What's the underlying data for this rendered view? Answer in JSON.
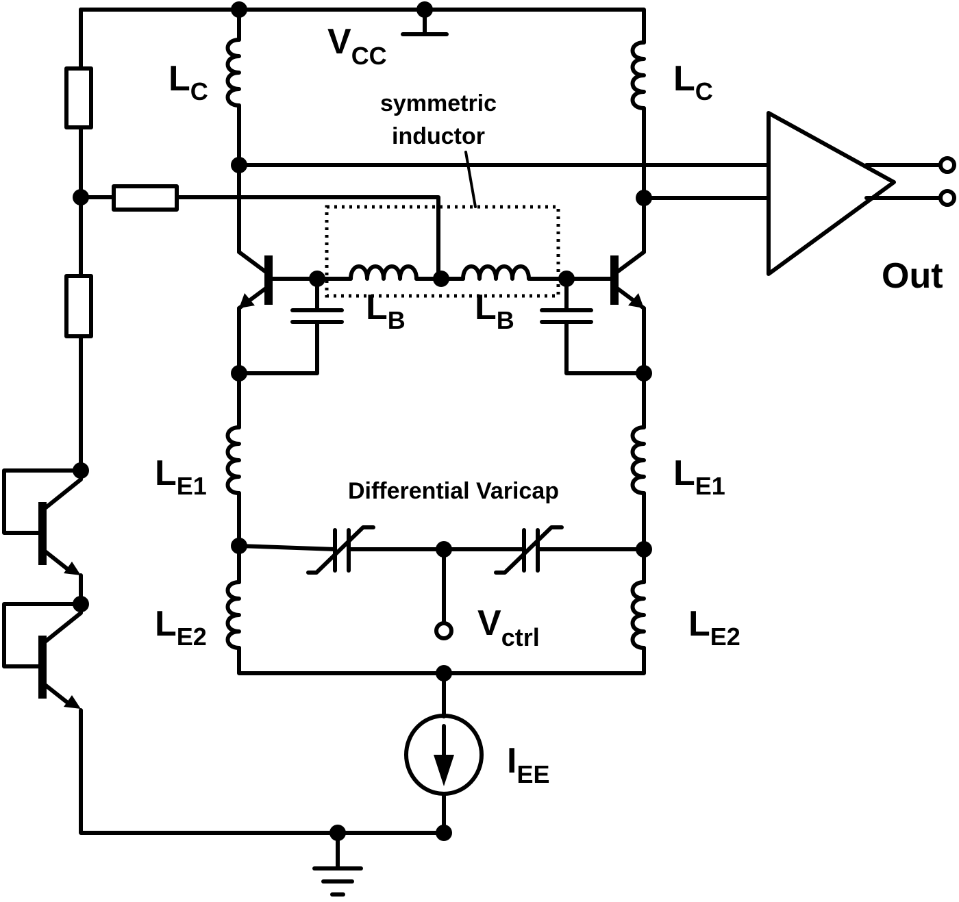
{
  "labels": {
    "vcc": "V",
    "vcc_sub": "CC",
    "lc_left": "L",
    "lc_left_sub": "C",
    "lc_right": "L",
    "lc_right_sub": "C",
    "symmetric_inductor_line1": "symmetric",
    "symmetric_inductor_line2": "inductor",
    "lb_left": "L",
    "lb_left_sub": "B",
    "lb_right": "L",
    "lb_right_sub": "B",
    "out": "Out",
    "le1_left": "L",
    "le1_left_sub": "E1",
    "le1_right": "L",
    "le1_right_sub": "E1",
    "differential_varicap": "Differential Varicap",
    "le2_left": "L",
    "le2_left_sub": "E2",
    "le2_right": "L",
    "le2_right_sub": "E2",
    "vctrl": "V",
    "vctrl_sub": "ctrl",
    "iee": "I",
    "iee_sub": "EE"
  }
}
